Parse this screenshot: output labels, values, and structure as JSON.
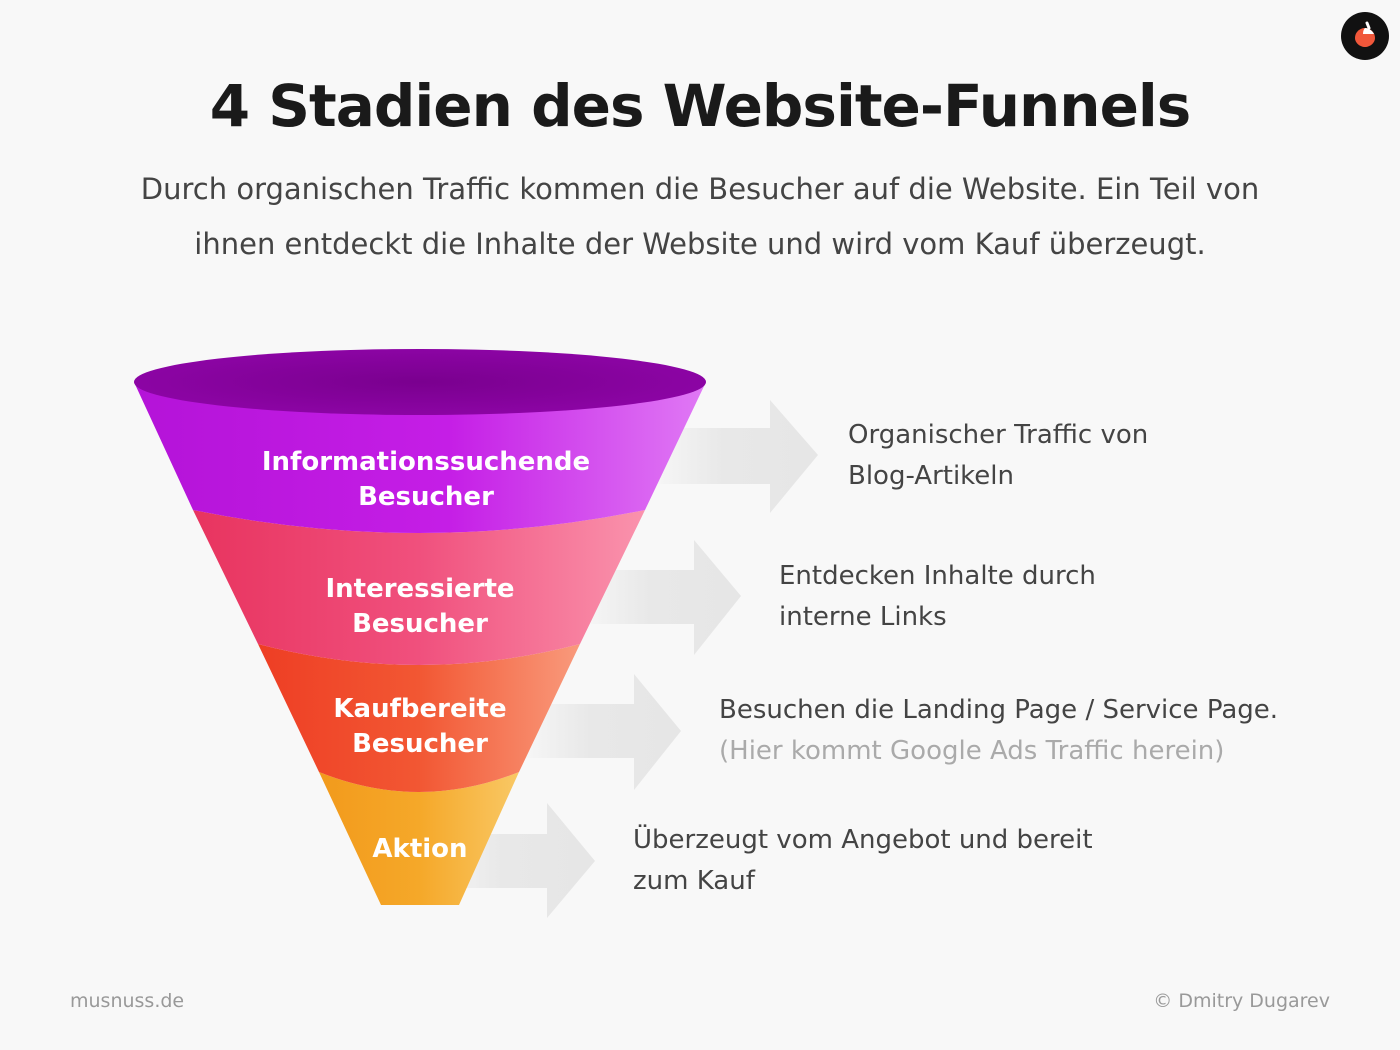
{
  "title": "4 Stadien des Website-Funnels",
  "subtitle_line1": "Durch organischen Traffic kommen die Besucher auf die Website. Ein Teil von",
  "subtitle_line2": "ihnen entdeckt die Inhalte der Website und wird vom Kauf überzeugt.",
  "stages": [
    {
      "label_line1": "Informationssuchende",
      "label_line2": "Besucher",
      "desc_line1": "Organischer Traffic von",
      "desc_line2": "Blog-Artikeln",
      "color": "#c21fe0"
    },
    {
      "label_line1": "Interessierte",
      "label_line2": "Besucher",
      "desc_line1": "Entdecken Inhalte durch",
      "desc_line2": "interne Links",
      "color": "#ee4a77"
    },
    {
      "label_line1": "Kaufbereite",
      "label_line2": "Besucher",
      "desc_line1": "Besuchen die Landing Page / Service Page.",
      "desc_line2": "(Hier kommt Google Ads Traffic herein)",
      "color": "#f2542f"
    },
    {
      "label_line1": "Aktion",
      "label_line2": "",
      "desc_line1": "Überzeugt vom Angebot und bereit",
      "desc_line2": "zum Kauf",
      "color": "#f4a323"
    }
  ],
  "footer": {
    "site": "musnuss.de",
    "copyright": "© Dmitry Dugarev"
  },
  "logo": {
    "icon": "acorn-logo-icon",
    "bg": "#111111",
    "accent": "#f0573a"
  }
}
